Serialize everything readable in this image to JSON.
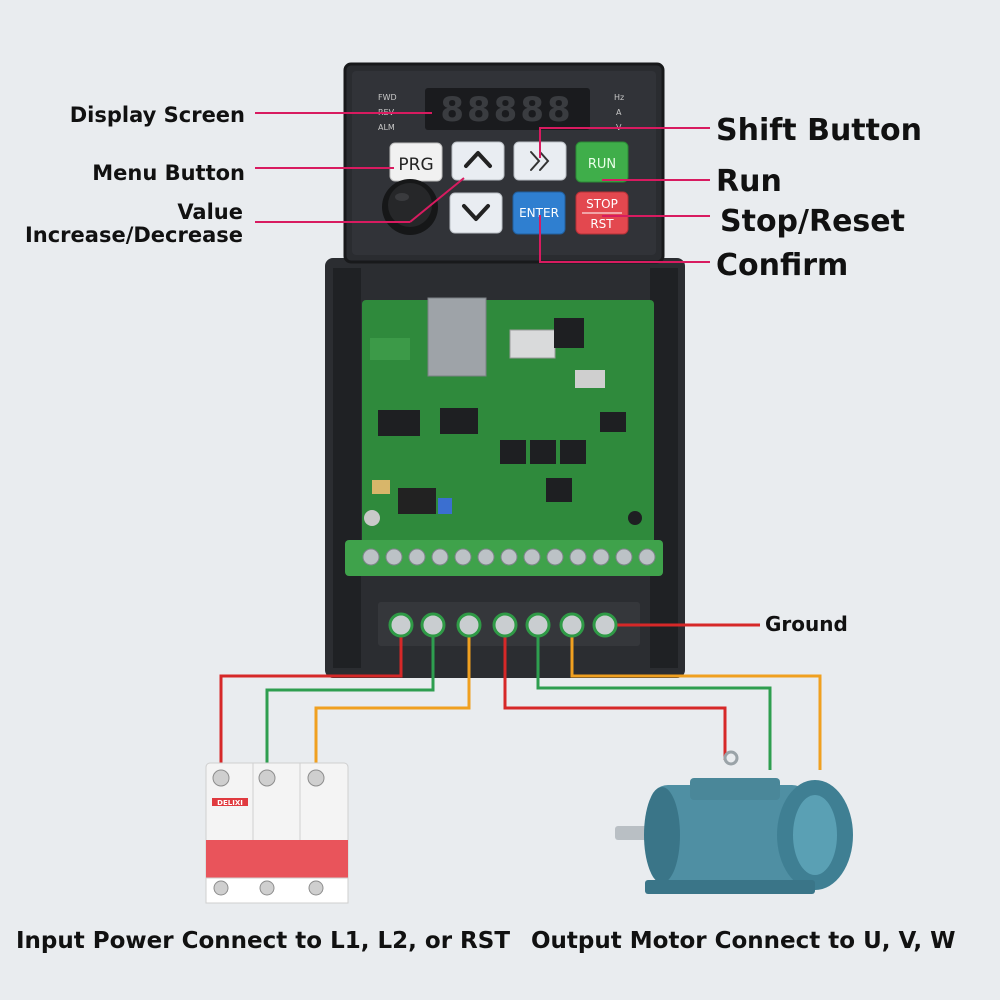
{
  "labels": {
    "display_screen": "Display Screen",
    "menu_button": "Menu Button",
    "value_line1": "Value",
    "value_line2": "Increase/Decrease",
    "shift_button": "Shift Button",
    "run": "Run",
    "stop_reset": "Stop/Reset",
    "confirm": "Confirm",
    "ground": "Ground",
    "input_power": "Input Power Connect to L1, L2, or RST",
    "output_motor": "Output Motor Connect to U, V, W"
  },
  "keypad": {
    "prg": "PRG",
    "run": "RUN",
    "stop": "STOP",
    "rst": "RST",
    "enter": "ENTER",
    "display_value": "88888",
    "indicators_left": [
      "FWD",
      "REV",
      "ALM"
    ],
    "indicators_right": [
      "Hz",
      "A",
      "V"
    ]
  },
  "breaker": {
    "brand": "DELIXI"
  },
  "colors": {
    "background": "#e9ecef",
    "leader_line": "#d81b60",
    "wire_red": "#d62828",
    "wire_green": "#2e9e4f",
    "wire_orange": "#f0a020",
    "housing": "#2b2d31",
    "pcb": "#2f8a3c",
    "run_button": "#3fae4a",
    "stop_button": "#e3484f",
    "enter_button": "#2f7fd0",
    "motor": "#4f8fa3"
  }
}
